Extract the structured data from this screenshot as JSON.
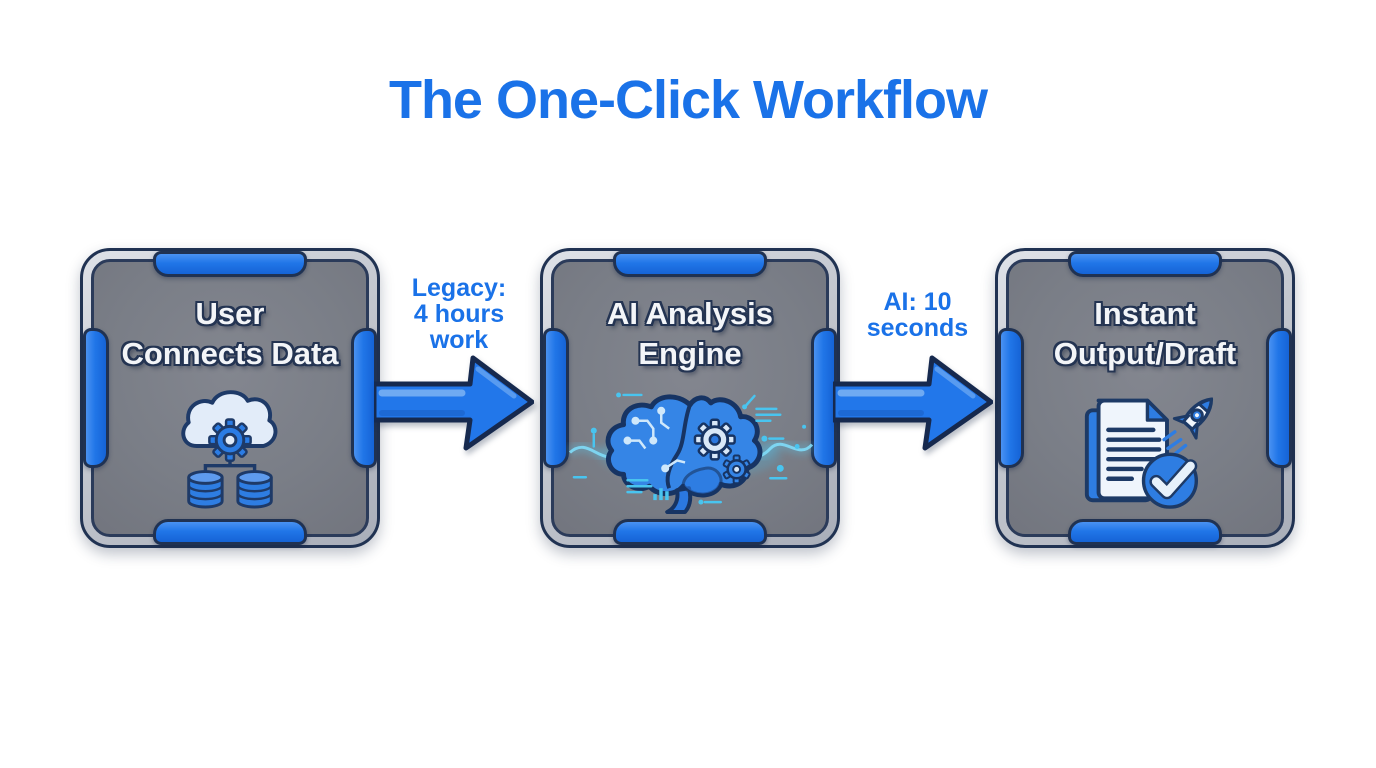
{
  "title": "The One-Click Workflow",
  "steps": [
    {
      "label": "User Connects Data",
      "lines": [
        "User",
        "Connects Data"
      ],
      "icon": "cloud-database-icon"
    },
    {
      "label": "AI Analysis Engine",
      "lines": [
        "AI Analysis",
        "Engine"
      ],
      "icon": "ai-brain-icon"
    },
    {
      "label": "Instant Output/Draft",
      "lines": [
        "Instant",
        "Output/Draft"
      ],
      "icon": "document-rocket-check-icon"
    }
  ],
  "arrows": [
    {
      "label": "Legacy: 4 hours work",
      "lines": [
        "Legacy:",
        "4 hours",
        "work"
      ]
    },
    {
      "label": "AI: 10 seconds",
      "lines": [
        "AI: 10",
        "seconds"
      ]
    }
  ],
  "colors": {
    "title_blue": "#1a72e8",
    "arrow_blue": "#2277ea",
    "panel_gray": "#7a7e87",
    "frame_silver": "#c3c7cf",
    "outline_navy": "#203252",
    "edge_blue": "#2176e8",
    "background": "#ffffff"
  }
}
